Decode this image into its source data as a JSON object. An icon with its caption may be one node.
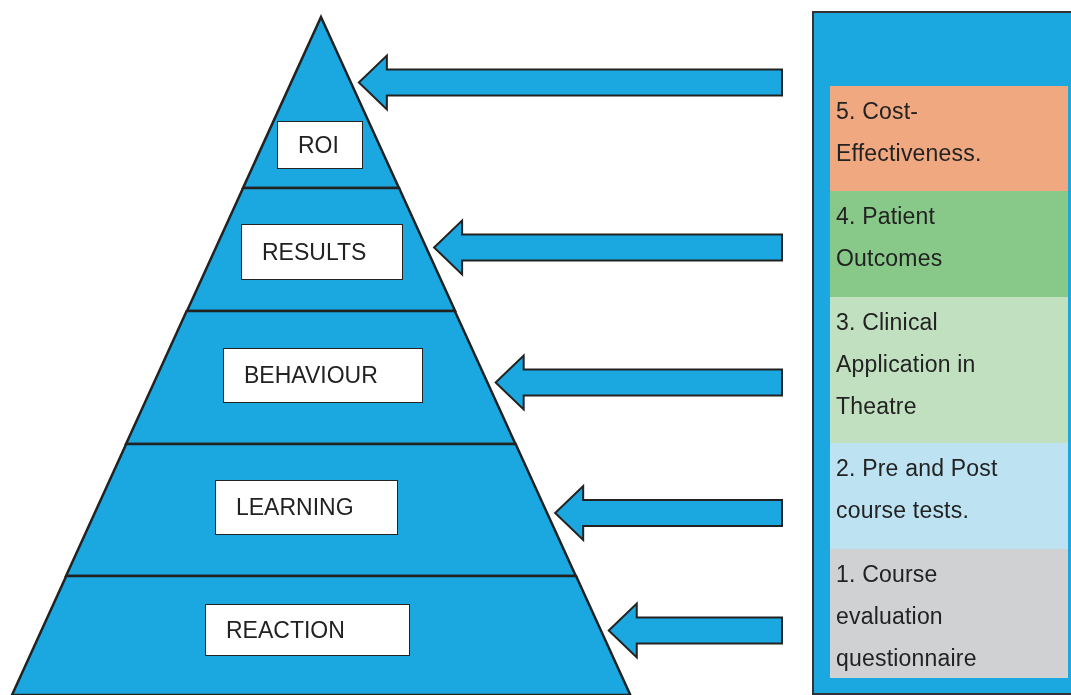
{
  "diagram": {
    "nodes": [
      {
        "text": [],
        "shape": "triangle"
      },
      {
        "text": [
          "ROI"
        ],
        "in": 0
      },
      {
        "text": [],
        "shape": "trapezoid"
      },
      {
        "text": [
          "RESULTS"
        ],
        "in": 2
      },
      {
        "text": [],
        "shape": "trapezoid"
      },
      {
        "text": [
          "BEHAVIOUR"
        ],
        "in": 4
      },
      {
        "text": [],
        "shape": "trapezoid"
      },
      {
        "text": [
          "LEARNING"
        ],
        "in": 6
      },
      {
        "text": [],
        "shape": "trapezoid"
      },
      {
        "text": [
          "REACTION"
        ],
        "in": 8
      },
      {
        "text": [],
        "shape": "box"
      },
      {
        "text": [
          "5. Cost-Effectiveness."
        ],
        "in": 10
      },
      {
        "text": [
          "4. Patient Outcomes"
        ],
        "in": 10
      },
      {
        "text": [
          "3. Clinical Application in Theatre"
        ],
        "in": 10
      },
      {
        "text": [
          "2. Pre and Post course tests."
        ],
        "in": 10
      },
      {
        "text": [
          "1. Course evaluation questionnaire"
        ],
        "in": 10
      }
    ],
    "edges": [
      {
        "from": 11,
        "to": 0,
        "arrow": "to"
      },
      {
        "from": 12,
        "to": 2,
        "arrow": "to"
      },
      {
        "from": 13,
        "to": 4,
        "arrow": "to"
      },
      {
        "from": 14,
        "to": 6,
        "arrow": "to"
      },
      {
        "from": 15,
        "to": 8,
        "arrow": "to"
      }
    ]
  }
}
